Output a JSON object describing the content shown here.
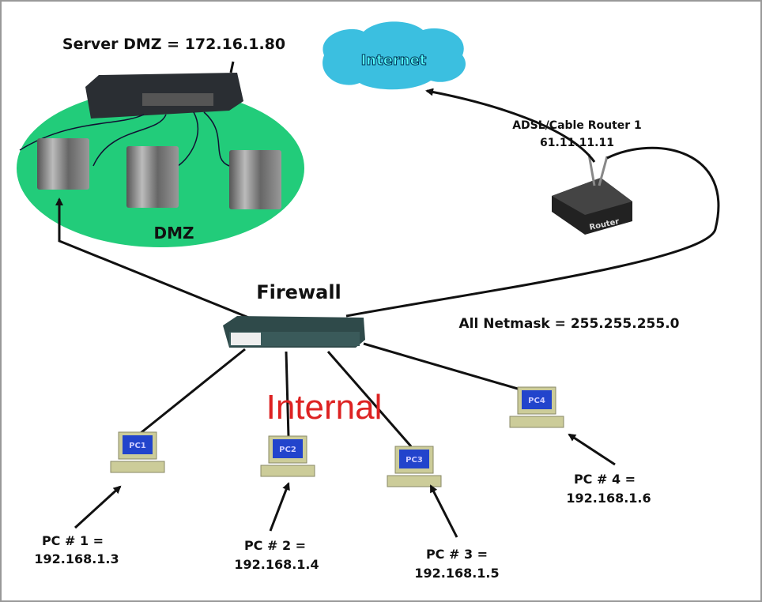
{
  "labels": {
    "server_dmz": "Server DMZ = 172.16.1.80",
    "dmz": "DMZ",
    "internet": "Internet",
    "router_name": "ADSL/Cable  Router 1",
    "router_ip": "61.11.11.11",
    "router_device_text": "Router",
    "firewall": "Firewall",
    "netmask": "All Netmask = 255.255.255.0",
    "internal": "Internal"
  },
  "pcs": [
    {
      "tag": "PC1",
      "name": "PC # 1 =",
      "ip": "192.168.1.3"
    },
    {
      "tag": "PC2",
      "name": "PC # 2 =",
      "ip": "192.168.1.4"
    },
    {
      "tag": "PC3",
      "name": "PC # 3 =",
      "ip": "192.168.1.5"
    },
    {
      "tag": "PC4",
      "name": "PC # 4 =",
      "ip": "192.168.1.6"
    }
  ],
  "colors": {
    "dmz_zone": "#22cc7a",
    "cloud": "#3bbfe0",
    "internal_text": "#dd2222"
  }
}
